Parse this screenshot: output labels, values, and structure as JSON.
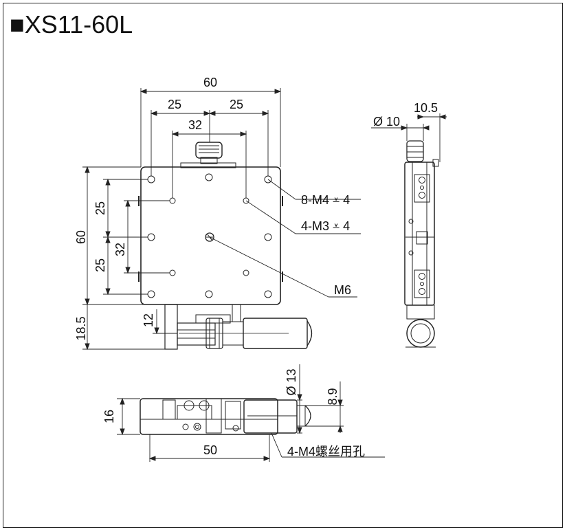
{
  "title": "■XS11-60L",
  "dims": {
    "top_width": "60",
    "top_left_25": "25",
    "top_right_25": "25",
    "top_32": "32",
    "left_60": "60",
    "left_25_upper": "25",
    "left_32": "32",
    "left_25_lower": "25",
    "left_18_5": "18.5",
    "left_12": "12",
    "side_phi10": "Ø 10",
    "side_10_5": "10.5",
    "bottom_16": "16",
    "bottom_50": "50",
    "bottom_phi13": "Ø 13",
    "bottom_8_9": "8.9"
  },
  "callouts": {
    "holes_8_m4": "8-M4",
    "holes_8_depth": "4",
    "holes_4_m3": "4-M3",
    "holes_4_depth": "4",
    "m6": "M6",
    "mount_holes": "4-M4螺丝用孔"
  }
}
